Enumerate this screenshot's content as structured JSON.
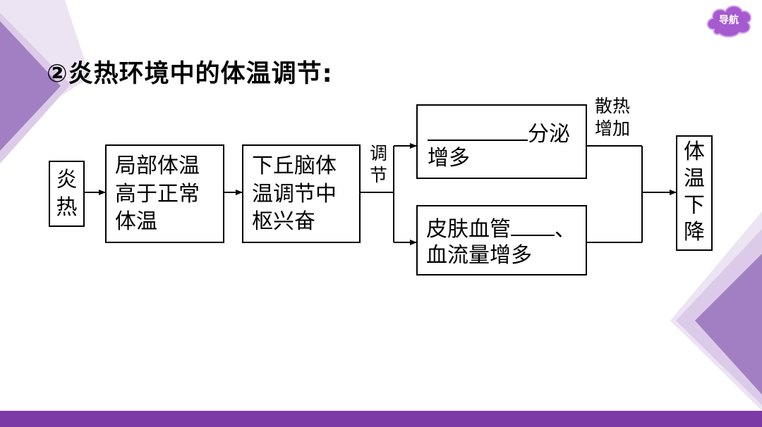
{
  "title": "②炎热环境中的体温调节:",
  "nav": {
    "label": "导航"
  },
  "colors": {
    "accent": "#7b3aa6",
    "deco_light": "#dccbe8",
    "deco_mid": "#b79bd0"
  },
  "diagram": {
    "stimulus": {
      "line1": "炎",
      "line2": "热"
    },
    "box_a": {
      "line1": "局部体温",
      "line2": "高于正常",
      "line3": "体温"
    },
    "box_b": {
      "line1": "下丘脑体",
      "line2": "温调节中",
      "line3": "枢兴奋"
    },
    "regulate_label": {
      "line1": "调",
      "line2": "节"
    },
    "branch_top": {
      "blank_suffix": "分泌",
      "line2": "增多"
    },
    "branch_bottom": {
      "line1_prefix": "皮肤血管",
      "line1_suffix": "、",
      "line2": "血流量增多"
    },
    "heat_label": {
      "line1": "散热",
      "line2": "增加"
    },
    "result": {
      "c1": "体",
      "c2": "温",
      "c3": "下",
      "c4": "降"
    }
  }
}
